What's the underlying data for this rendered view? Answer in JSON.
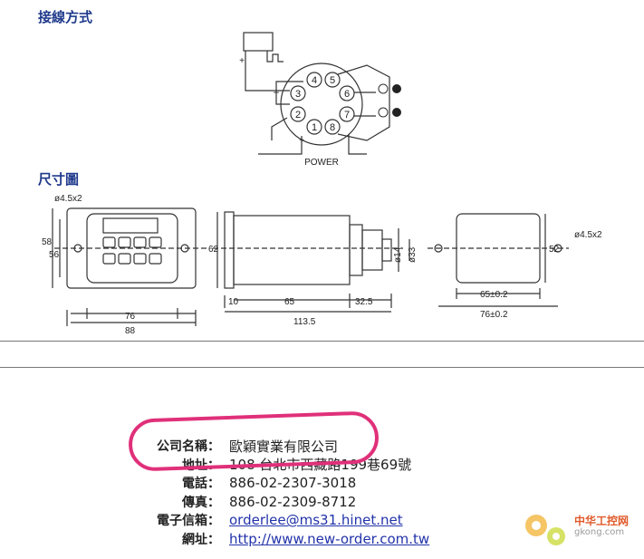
{
  "headings": {
    "wiring": "接線方式",
    "dimensions": "尺寸圖"
  },
  "wiring": {
    "pins": [
      "1",
      "2",
      "3",
      "4",
      "5",
      "6",
      "7",
      "8"
    ],
    "power_label": "POWER",
    "plus": "+",
    "minus": "−"
  },
  "dimensions": {
    "front": {
      "hole": "ø4.5x2",
      "h1": "58",
      "h2": "56",
      "w1": "76",
      "w2": "88"
    },
    "side": {
      "h": "62",
      "a": "10",
      "b": "65",
      "c": "32.5",
      "total": "113.5",
      "d1": "ø14",
      "d2": "ø33"
    },
    "cutout": {
      "hole": "ø4.5x2",
      "h": "52",
      "w1": "65±0.2",
      "w2": "76±0.2"
    }
  },
  "company": {
    "rows": [
      {
        "label": "公司名稱：",
        "value": "歐穎實業有限公司"
      },
      {
        "label": "地址：",
        "value": "108 台北市西藏路199巷69號"
      },
      {
        "label": "電話：",
        "value": "886-02-2307-3018"
      },
      {
        "label": "傳真：",
        "value": "886-02-2309-8712"
      },
      {
        "label": "電子信箱：",
        "value": "orderlee@ms31.hinet.net"
      },
      {
        "label": "網址：",
        "value": "http://www.new-order.com.tw"
      }
    ]
  },
  "watermark": {
    "top": "中华工控网",
    "sub": "gkong.com"
  },
  "colors": {
    "heading": "#1f3a8c",
    "highlight": "#e0307a",
    "link": "#2233aa"
  }
}
